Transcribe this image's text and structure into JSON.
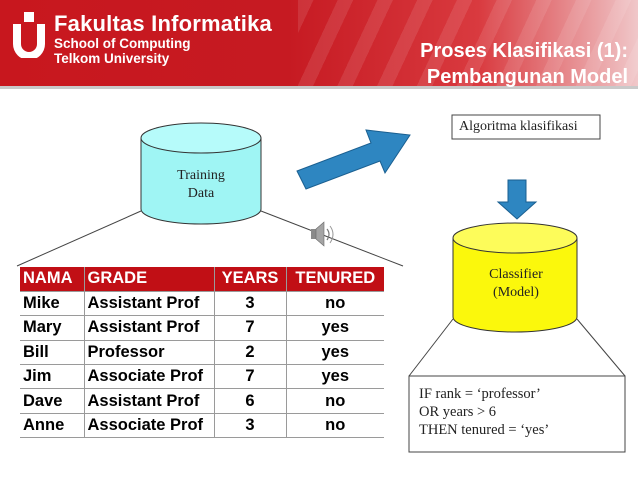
{
  "header": {
    "faculty": "Fakultas Informatika",
    "school": "School of Computing",
    "university": "Telkom University",
    "title_line1": "Proses Klasifikasi (1):",
    "title_line2": "Pembangunan Model"
  },
  "colors": {
    "header_red": "#c8171e",
    "table_header": "#c10f15",
    "training_cylinder": "#9ff5f4",
    "classifier_cylinder": "#fbf80c",
    "arrow_blue": "#2e86c1"
  },
  "icons": {
    "logo": "telkom-u-logo-icon",
    "sound": "speaker-icon",
    "diagonal_arrow": "arrow-right-up-icon",
    "down_arrow": "arrow-down-icon"
  },
  "training_data": {
    "line1": "Training",
    "line2": "Data"
  },
  "algorithm_box": "Algoritma klasifikasi",
  "classifier": {
    "line1": "Classifier",
    "line2": "(Model)"
  },
  "rule_box": {
    "line1": "IF rank = ‘professor’",
    "line2": "OR years > 6",
    "line3": "THEN tenured = ‘yes’"
  },
  "table": {
    "headers": [
      "NAMA",
      "GRADE",
      "YEARS",
      "TENURED"
    ],
    "rows": [
      [
        "Mike",
        "Assistant Prof",
        "3",
        "no"
      ],
      [
        "Mary",
        "Assistant Prof",
        "7",
        "yes"
      ],
      [
        "Bill",
        "Professor",
        "2",
        "yes"
      ],
      [
        "Jim",
        "Associate Prof",
        "7",
        "yes"
      ],
      [
        "Dave",
        "Assistant Prof",
        "6",
        "no"
      ],
      [
        "Anne",
        "Associate Prof",
        "3",
        "no"
      ]
    ]
  }
}
